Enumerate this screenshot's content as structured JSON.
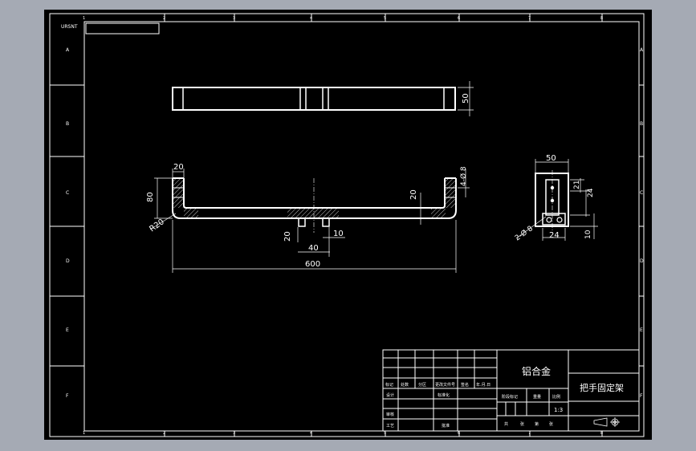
{
  "colors": {
    "window_bg": "#a5aab4",
    "paper_bg": "#000000",
    "line": "#ffffff"
  },
  "frame": {
    "corner_label": "URSNT",
    "row_zones": [
      "A",
      "B",
      "C",
      "D",
      "E",
      "F"
    ],
    "col_zones": [
      "1",
      "2",
      "3",
      "4",
      "5",
      "6",
      "7",
      "8"
    ]
  },
  "top_view": {
    "height_dim": "50"
  },
  "front_view": {
    "dim_flange_width": "20",
    "dim_side_height": "80",
    "dim_radius": "R20",
    "dim_holes": "4-Ø 8",
    "dim_plate_thickness": "20",
    "dim_tab_depth": "20",
    "dim_tab_gap": "40",
    "dim_tab_width": "10",
    "dim_total_length": "600"
  },
  "side_view": {
    "dim_width": "50",
    "dim_upper": "21",
    "dim_middle": "24",
    "dim_bottom_width": "24",
    "dim_bottom_height": "10",
    "dim_holes": "2-Ø 8"
  },
  "title_block": {
    "material": "铝合金",
    "part_name": "把手固定架",
    "scale": "1:3",
    "header_labels": [
      "标记",
      "处数",
      "分区",
      "更改文件号",
      "签名",
      "年.月.日"
    ],
    "row_labels": [
      "设计",
      "标准化",
      "审核",
      "工艺",
      "批准"
    ],
    "stage_labels": [
      "阶段标记",
      "重量",
      "比例"
    ],
    "sheet_labels": [
      "共",
      "张",
      "第",
      "张"
    ]
  }
}
